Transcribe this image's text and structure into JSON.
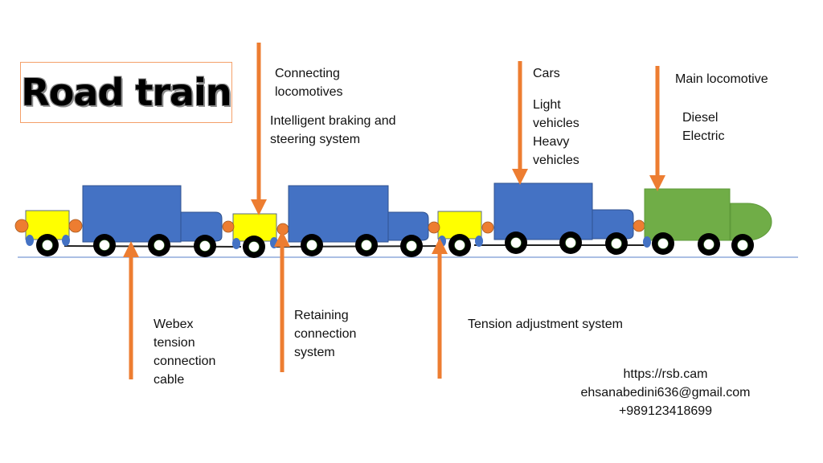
{
  "title": "Road train",
  "colors": {
    "arrow": "#ed7d31",
    "truck": "#4472c4",
    "trailer": "#ffff00",
    "locomotive": "#70ad47",
    "coupler": "#ed7d31",
    "hitch": "#4472c4",
    "road": "#8faadc",
    "wheel": "#000000",
    "title_border": "#f4a06a"
  },
  "labels": {
    "connecting": [
      "Connecting",
      "locomotives"
    ],
    "braking": [
      "Intelligent braking and",
      "steering system"
    ],
    "cars": "Cars",
    "vehicles": [
      "Light",
      "vehicles",
      "Heavy",
      "vehicles"
    ],
    "main_locomotive": "Main locomotive",
    "power_types": [
      "Diesel",
      "Electric"
    ],
    "cable": [
      "Webex",
      "tension",
      "connection",
      "cable"
    ],
    "retaining": [
      "Retaining",
      "connection",
      "system"
    ],
    "tension": "Tension adjustment system"
  },
  "contact": {
    "website": "https://rsb.cam",
    "email": "ehsanabedini636@gmail.com",
    "phone": "+989123418699"
  },
  "train": {
    "units": [
      {
        "type": "connector-locomotive",
        "color": "yellow"
      },
      {
        "type": "truck",
        "color": "blue"
      },
      {
        "type": "connector-locomotive",
        "color": "yellow"
      },
      {
        "type": "truck",
        "color": "blue"
      },
      {
        "type": "connector-locomotive",
        "color": "yellow"
      },
      {
        "type": "truck",
        "color": "blue"
      },
      {
        "type": "main-locomotive",
        "color": "green"
      }
    ]
  }
}
